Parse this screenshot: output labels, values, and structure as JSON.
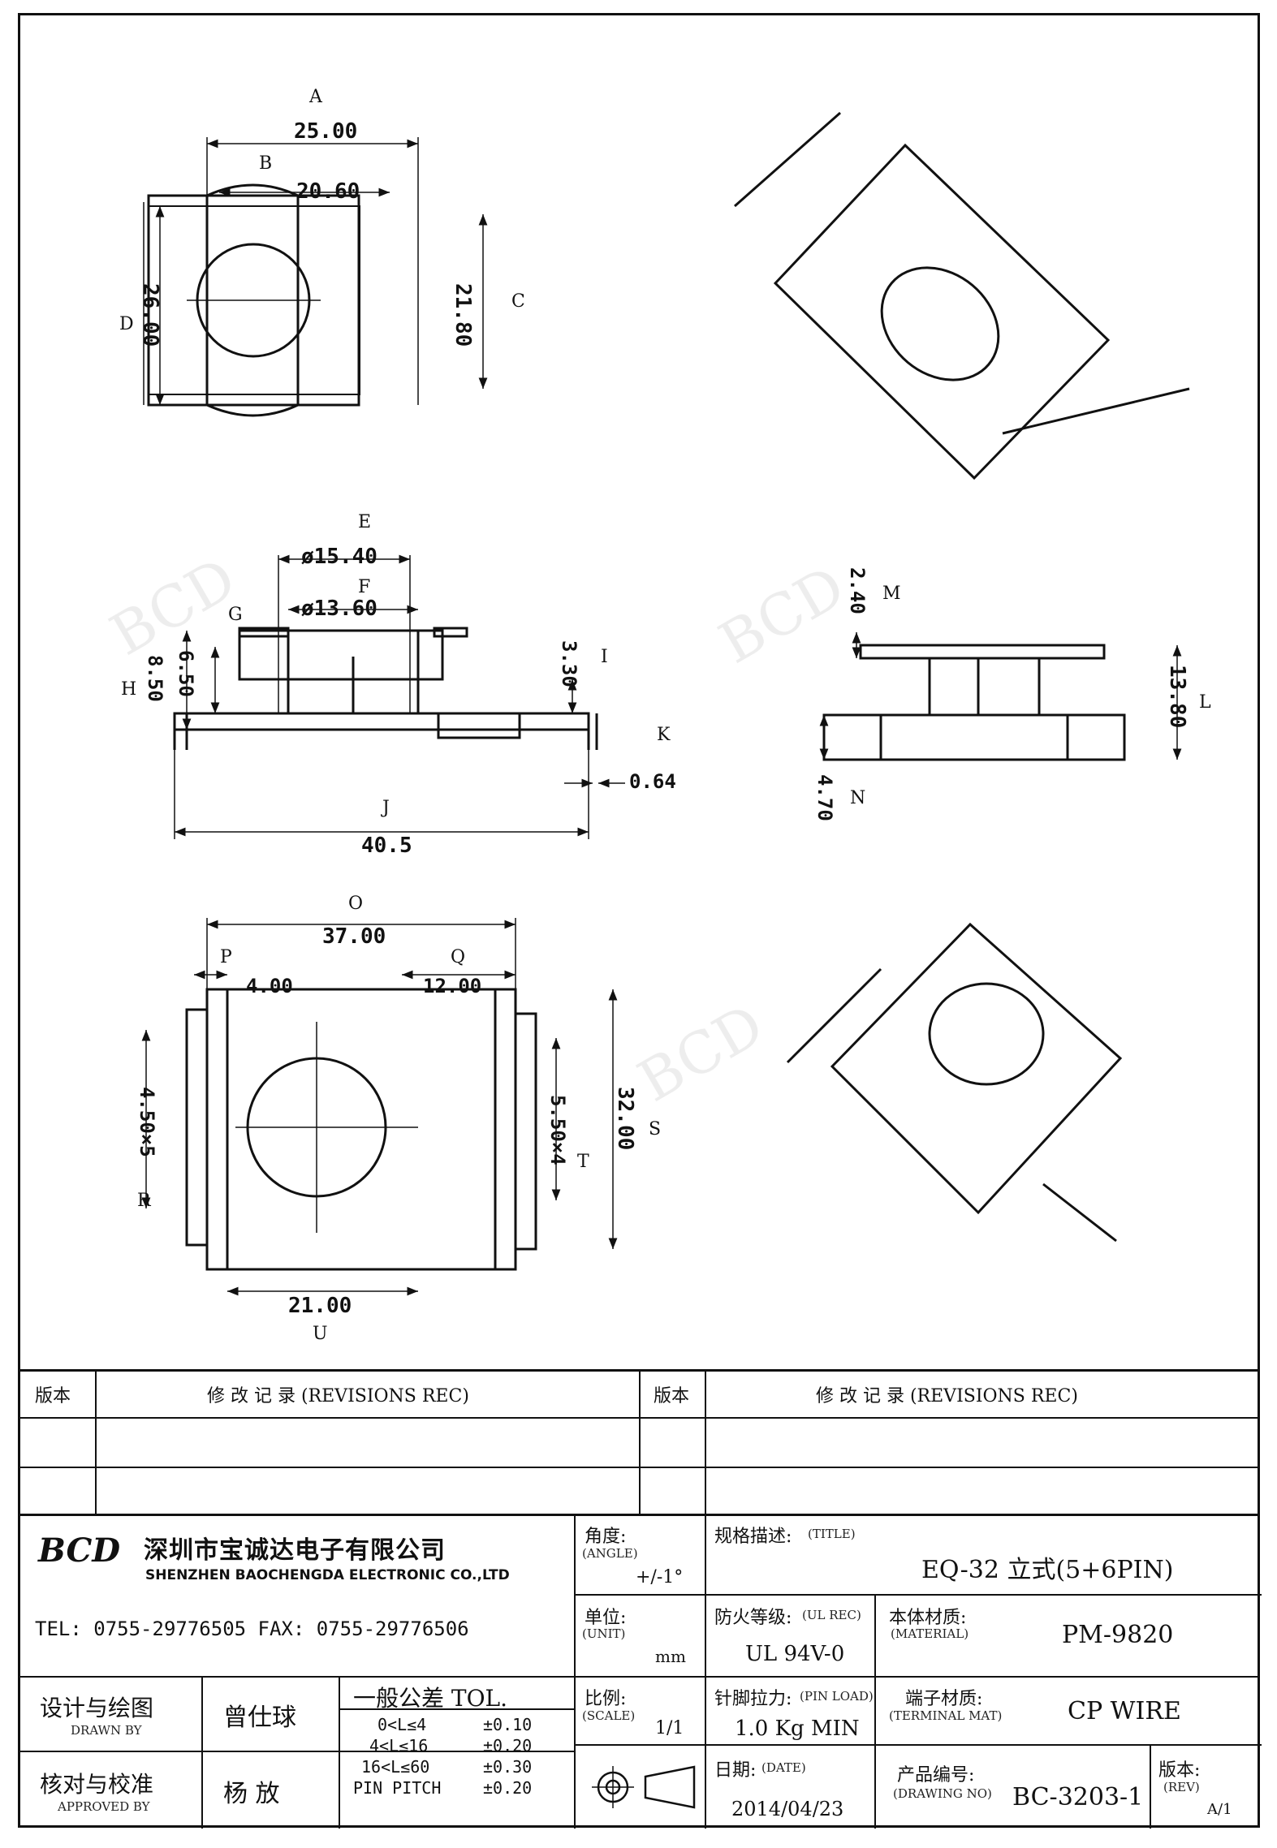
{
  "dims": {
    "A": {
      "letter": "A",
      "value": "25.00"
    },
    "B": {
      "letter": "B",
      "value": "20.60"
    },
    "C": {
      "letter": "C",
      "value": "21.80"
    },
    "D": {
      "letter": "D",
      "value": "26.00"
    },
    "E": {
      "letter": "E",
      "value": "ø15.40"
    },
    "F": {
      "letter": "F",
      "value": "ø13.60"
    },
    "G": {
      "letter": "G",
      "value": "6.50"
    },
    "H": {
      "letter": "H",
      "value": "8.50"
    },
    "I": {
      "letter": "I",
      "value": "3.30"
    },
    "J": {
      "letter": "J",
      "value": "40.5"
    },
    "K": {
      "letter": "K",
      "value": "0.64"
    },
    "L": {
      "letter": "L",
      "value": "13.80"
    },
    "M": {
      "letter": "M",
      "value": "2.40"
    },
    "N": {
      "letter": "N",
      "value": "4.70"
    },
    "O": {
      "letter": "O",
      "value": "37.00"
    },
    "P": {
      "letter": "P",
      "value": "4.00"
    },
    "Q": {
      "letter": "Q",
      "value": "12.00"
    },
    "R": {
      "letter": "R",
      "value": "4.50×5"
    },
    "S": {
      "letter": "S",
      "value": "32.00"
    },
    "T": {
      "letter": "T",
      "value": "5.50×4"
    },
    "U": {
      "letter": "U",
      "value": "21.00"
    }
  },
  "revisions": {
    "col_version": "版本",
    "col_record": "修 改 记 录 (REVISIONS REC)"
  },
  "company": {
    "logo_text": "BCD",
    "name_cn": "深圳市宝诚达电子有限公司",
    "name_en": "SHENZHEN BAOCHENGDA ELECTRONIC CO.,LTD",
    "contact": "TEL: 0755-29776505  FAX: 0755-29776506"
  },
  "title_block": {
    "angle_label": "角度:",
    "angle_label_en": "(ANGLE)",
    "angle_value": "+/-1°",
    "title_label": "规格描述:",
    "title_label_en": "(TITLE)",
    "title_value": "EQ-32 立式(5+6PIN)",
    "unit_label": "单位:",
    "unit_label_en": "(UNIT)",
    "unit_value": "mm",
    "ul_label": "防火等级:",
    "ul_label_en": "(UL REC)",
    "ul_value": "UL 94V-0",
    "material_label": "本体材质:",
    "material_label_en": "(MATERIAL)",
    "material_value": "PM-9820",
    "designer_label": "设计与绘图",
    "designer_label_en": "DRAWN BY",
    "designer_name": "曾仕球",
    "tol_title": "一般公差 TOL.",
    "tol_rows": [
      {
        "range": "0<L≤4",
        "value": "±0.10"
      },
      {
        "range": "4<L≤16",
        "value": "±0.20"
      },
      {
        "range": "16<L≤60",
        "value": "±0.30"
      },
      {
        "range": "PIN PITCH",
        "value": "±0.20"
      }
    ],
    "scale_label": "比例:",
    "scale_label_en": "(SCALE)",
    "scale_value": "1/1",
    "pinload_label": "针脚拉力:",
    "pinload_label_en": "(PIN LOAD)",
    "pinload_value": "1.0 Kg MIN",
    "terminal_label": "端子材质:",
    "terminal_label_en": "(TERMINAL MAT)",
    "terminal_value": "CP WIRE",
    "approver_label": "核对与校准",
    "approver_label_en": "APPROVED BY",
    "approver_name": "杨  放",
    "date_label": "日期:",
    "date_label_en": "(DATE)",
    "date_value": "2014/04/23",
    "drawing_no_label": "产品编号:",
    "drawing_no_label_en": "(DRAWING NO)",
    "drawing_no_value": "BC-3203-1",
    "rev_label": "版本:",
    "rev_label_en": "(REV)",
    "rev_value": "A/1"
  },
  "watermark": "BCD"
}
